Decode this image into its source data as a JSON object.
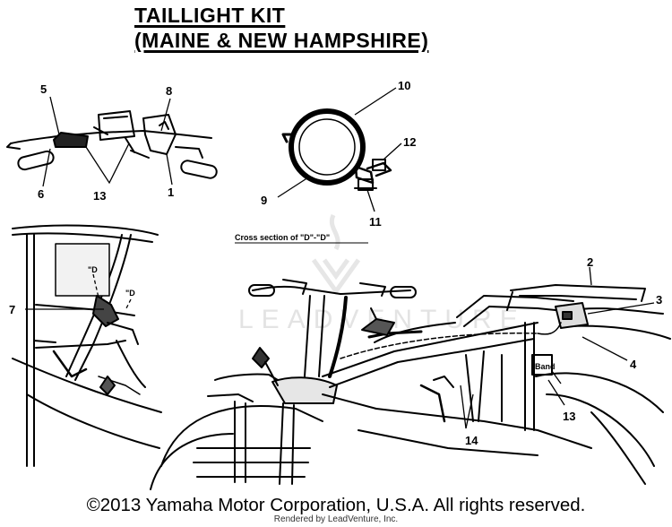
{
  "title": {
    "line1": "TAILLIGHT KIT",
    "line2": "(MAINE & NEW HAMPSHIRE)"
  },
  "callouts": {
    "c1": "1",
    "c2": "2",
    "c3": "3",
    "c4": "4",
    "c5": "5",
    "c6": "6",
    "c7": "7",
    "c8": "8",
    "c9": "9",
    "c10": "10",
    "c11": "11",
    "c12": "12",
    "c13_handlebar": "13",
    "c13_main": "13",
    "c14": "14"
  },
  "section_marks": {
    "d_left": "\"D",
    "d_right": "\"D"
  },
  "cross_section_caption": "Cross section of \"D\"-\"D\"",
  "band_label": "Band",
  "watermark": "LEADVENTURE",
  "copyright": "©2013 Yamaha Motor Corporation, U.S.A. All rights reserved.",
  "renderer_note": "Rendered by LeadVenture, Inc."
}
